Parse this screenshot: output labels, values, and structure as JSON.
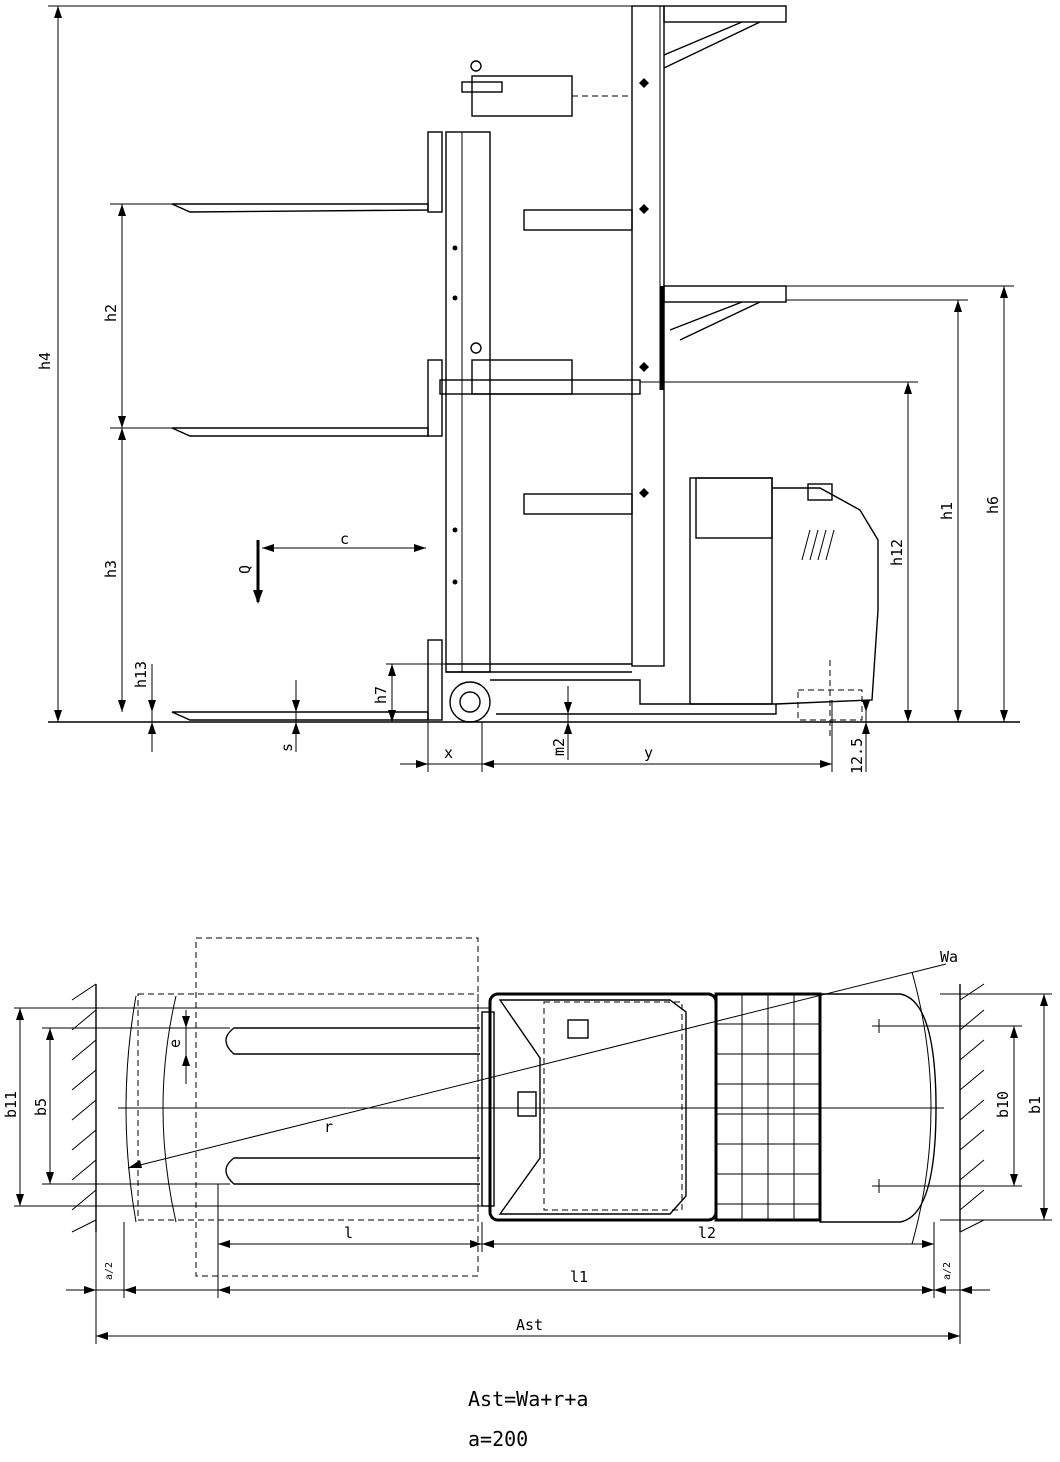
{
  "side_view": {
    "labels": {
      "h4": "h4",
      "h2": "h2",
      "h3": "h3",
      "h13": "h13",
      "h7": "h7",
      "h12": "h12",
      "h1": "h1",
      "h6": "h6",
      "c": "c",
      "Q": "Q",
      "s": "s",
      "x": "x",
      "m2": "m2",
      "y": "y",
      "ground_clearance": "12.5"
    }
  },
  "top_view": {
    "labels": {
      "Wa": "Wa",
      "b11": "b11",
      "b5": "b5",
      "e": "e",
      "r": "r",
      "b10": "b10",
      "b1": "b1",
      "l": "l",
      "l2": "l2",
      "a_half_left": "a/2",
      "l1": "l1",
      "a_half_right": "a/2",
      "Ast": "Ast"
    }
  },
  "formulas": {
    "ast_formula": "Ast=Wa+r+a",
    "a_value": "a=200"
  }
}
